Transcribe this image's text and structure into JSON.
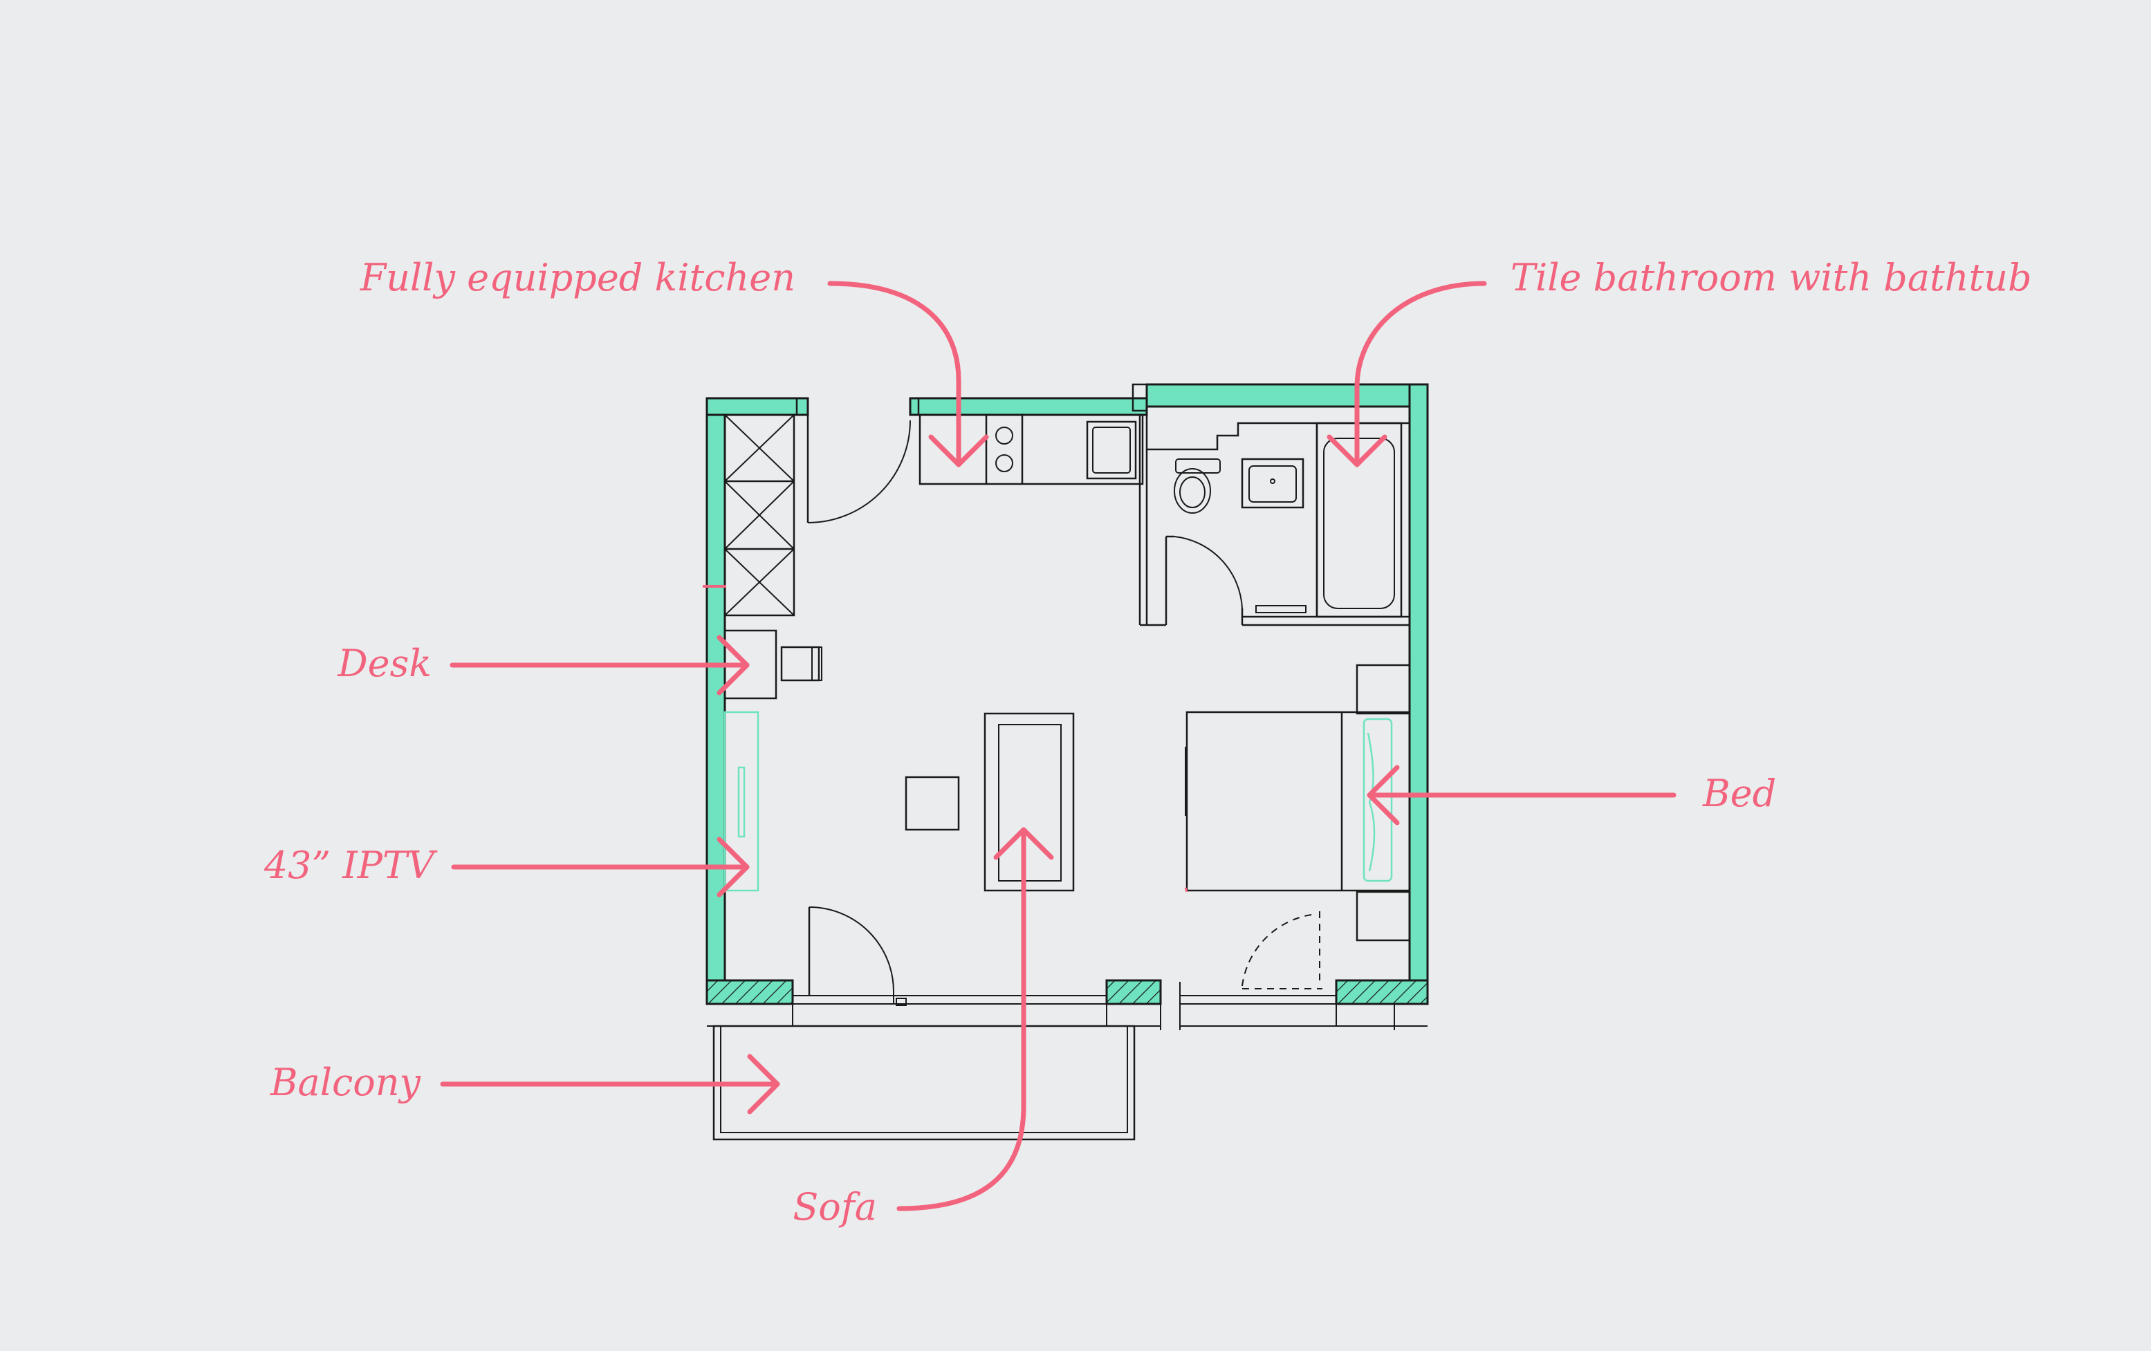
{
  "colors": {
    "background": "#EBECEE",
    "wall": "#6FE3C0",
    "annotation": "#F2637D",
    "line": "#1A1A1A"
  },
  "labels": {
    "kitchen": "Fully equipped kitchen",
    "bathroom": "Tile bathroom with bathtub",
    "desk": "Desk",
    "bed": "Bed",
    "tv": "43” IPTV",
    "balcony": "Balcony",
    "sofa": "Sofa"
  }
}
